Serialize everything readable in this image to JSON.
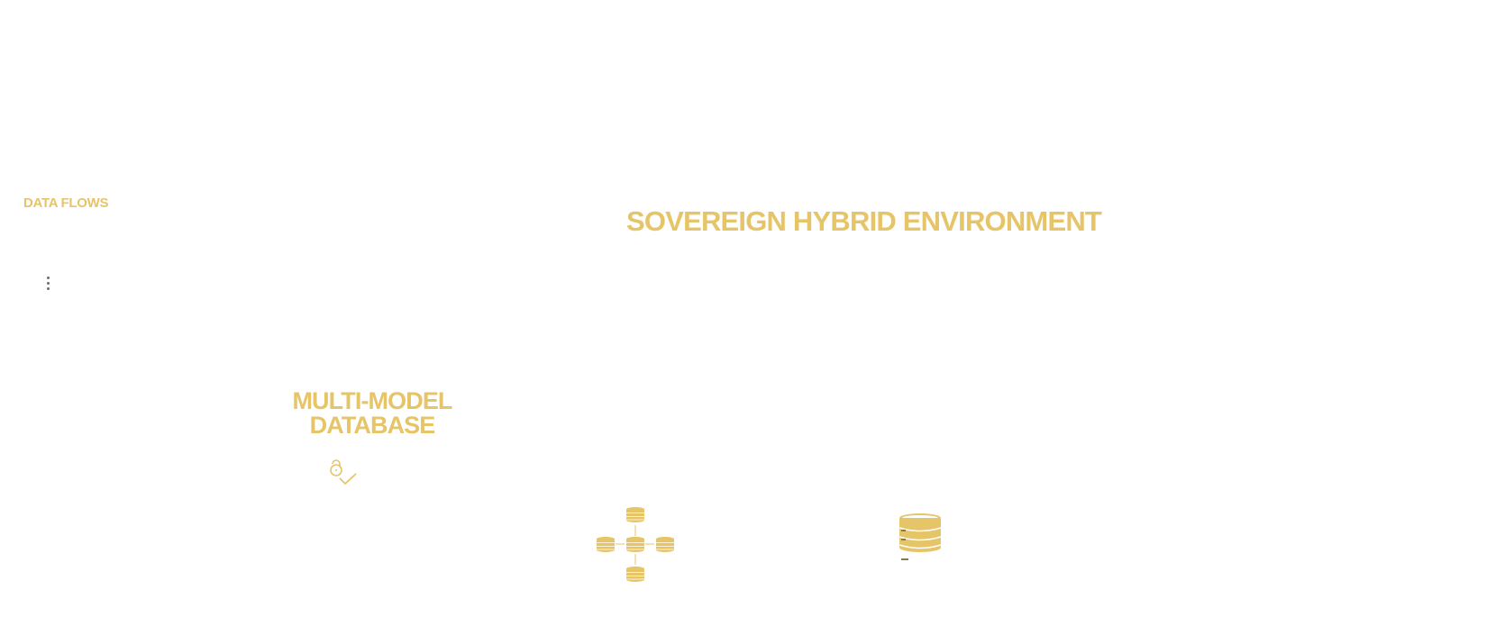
{
  "colors": {
    "accent": "#e6c468",
    "muted": "#6b6b6b",
    "background": "#ffffff"
  },
  "sidebar": {
    "title": "DATA FLOWS",
    "menu_icon": "kebab-menu-icon"
  },
  "main": {
    "title": "SOVEREIGN HYBRID ENVIRONMENT"
  },
  "section": {
    "title": "MULTI-MODEL DATABASE",
    "icons": [
      "lock-check-icon",
      "database-network-icon",
      "database-stack-icon"
    ]
  }
}
